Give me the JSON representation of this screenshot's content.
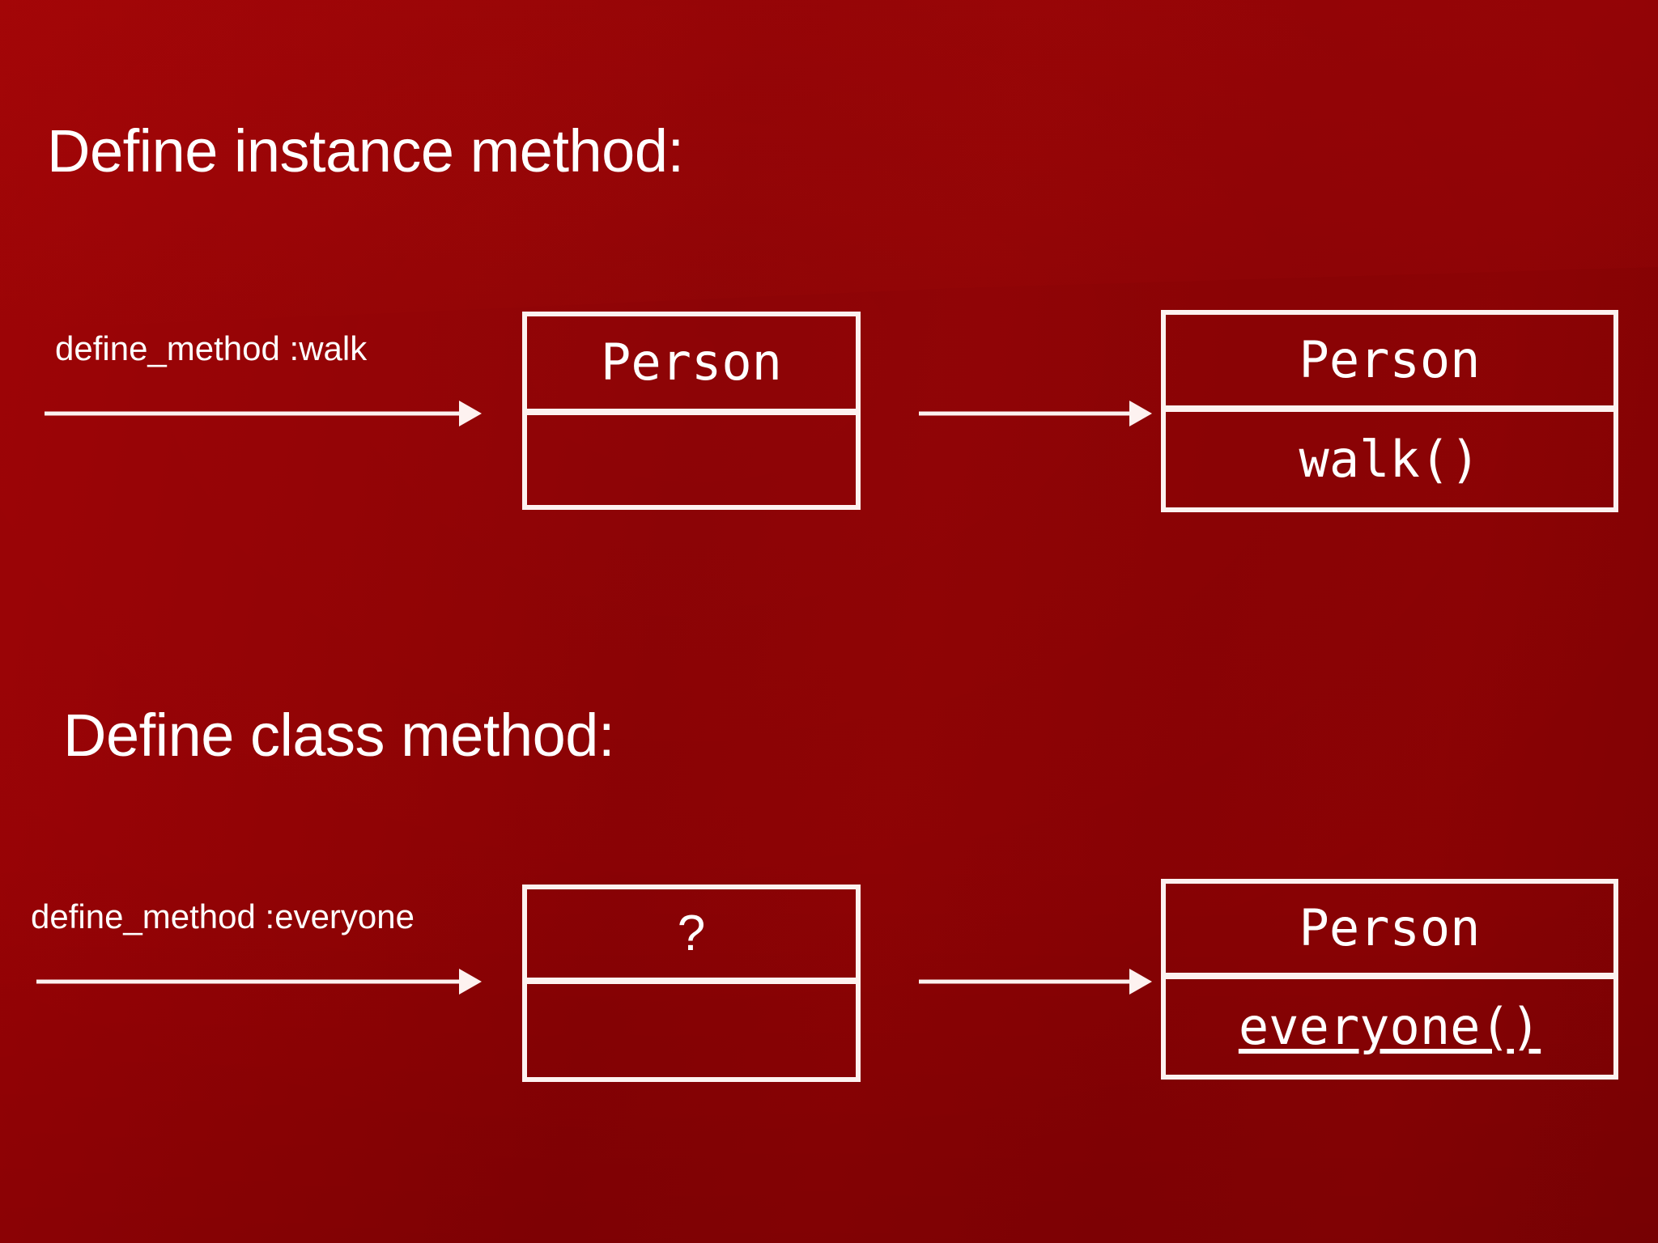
{
  "slide": {
    "background_color": "#8a0204",
    "foreground_color": "#ffffff",
    "accent_line_color": "#fdf2f0"
  },
  "sections": [
    {
      "title": "Define instance method:",
      "edge_label": "define_method :walk",
      "before": {
        "class_name": "Person",
        "methods": ""
      },
      "after": {
        "class_name": "Person",
        "methods": "walk()"
      }
    },
    {
      "title": "Define class method:",
      "edge_label": "define_method :everyone",
      "before": {
        "class_name": "?",
        "methods": ""
      },
      "after": {
        "class_name": "Person",
        "methods": "everyone()"
      }
    }
  ],
  "diagram": {
    "arrow_1_name": "define-method-walk-arrow",
    "arrow_2_name": "transform-arrow-instance",
    "arrow_3_name": "define-method-everyone-arrow",
    "arrow_4_name": "transform-arrow-class"
  }
}
